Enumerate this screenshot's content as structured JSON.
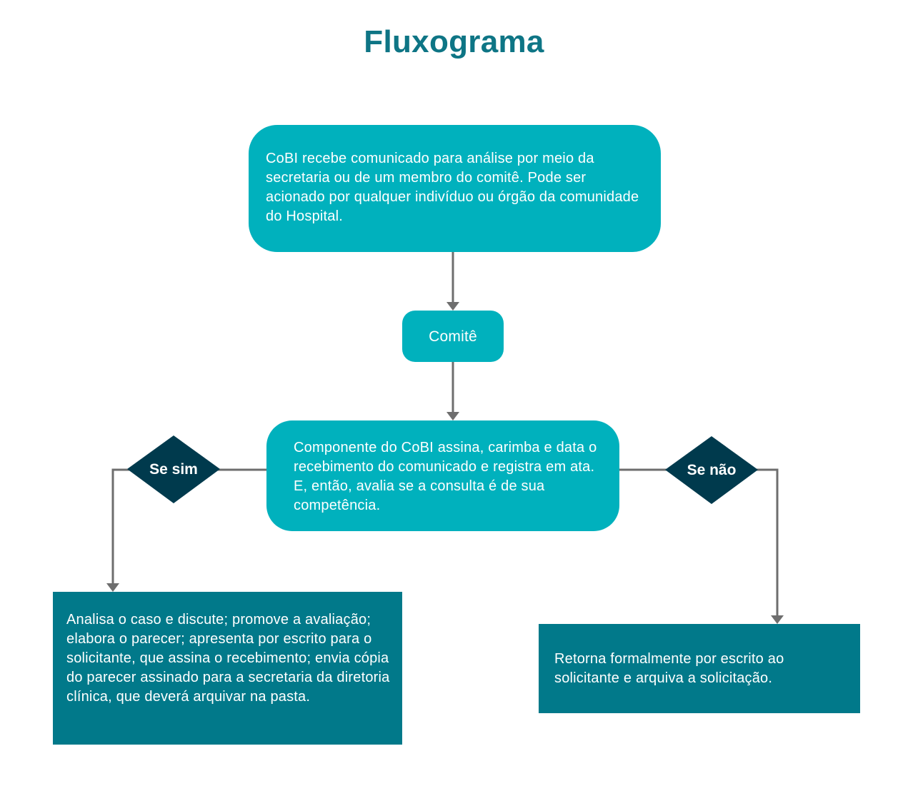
{
  "title": "Fluxograma",
  "nodes": {
    "start": "CoBI recebe comunicado para análise por meio da secretaria ou de um membro do comitê. Pode ser acionado por qualquer indivíduo ou órgão da comunidade do Hospital.",
    "comite": "Comitê",
    "component": "Componente do CoBI assina, carimba e data o recebimento do comunicado e registra em ata. E, então, avalia se a consulta é de sua competência.",
    "yes_action": "Analisa o caso e discute; promove a avaliação; elabora o parecer; apresenta por escrito para o solicitante, que assina o recebimento; envia cópia do parecer assinado para a secretaria da diretoria clínica, que deverá arquivar na pasta.",
    "no_action": "Retorna formalmente por escrito ao solicitante e arquiva a solicitação."
  },
  "decisions": {
    "yes": "Se sim",
    "no": "Se não"
  },
  "colors": {
    "title": "#0e7585",
    "rounded_box": "#00b1bd",
    "square_box": "#01798a",
    "diamond": "#003a4d",
    "connector": "#6e6e6e"
  }
}
